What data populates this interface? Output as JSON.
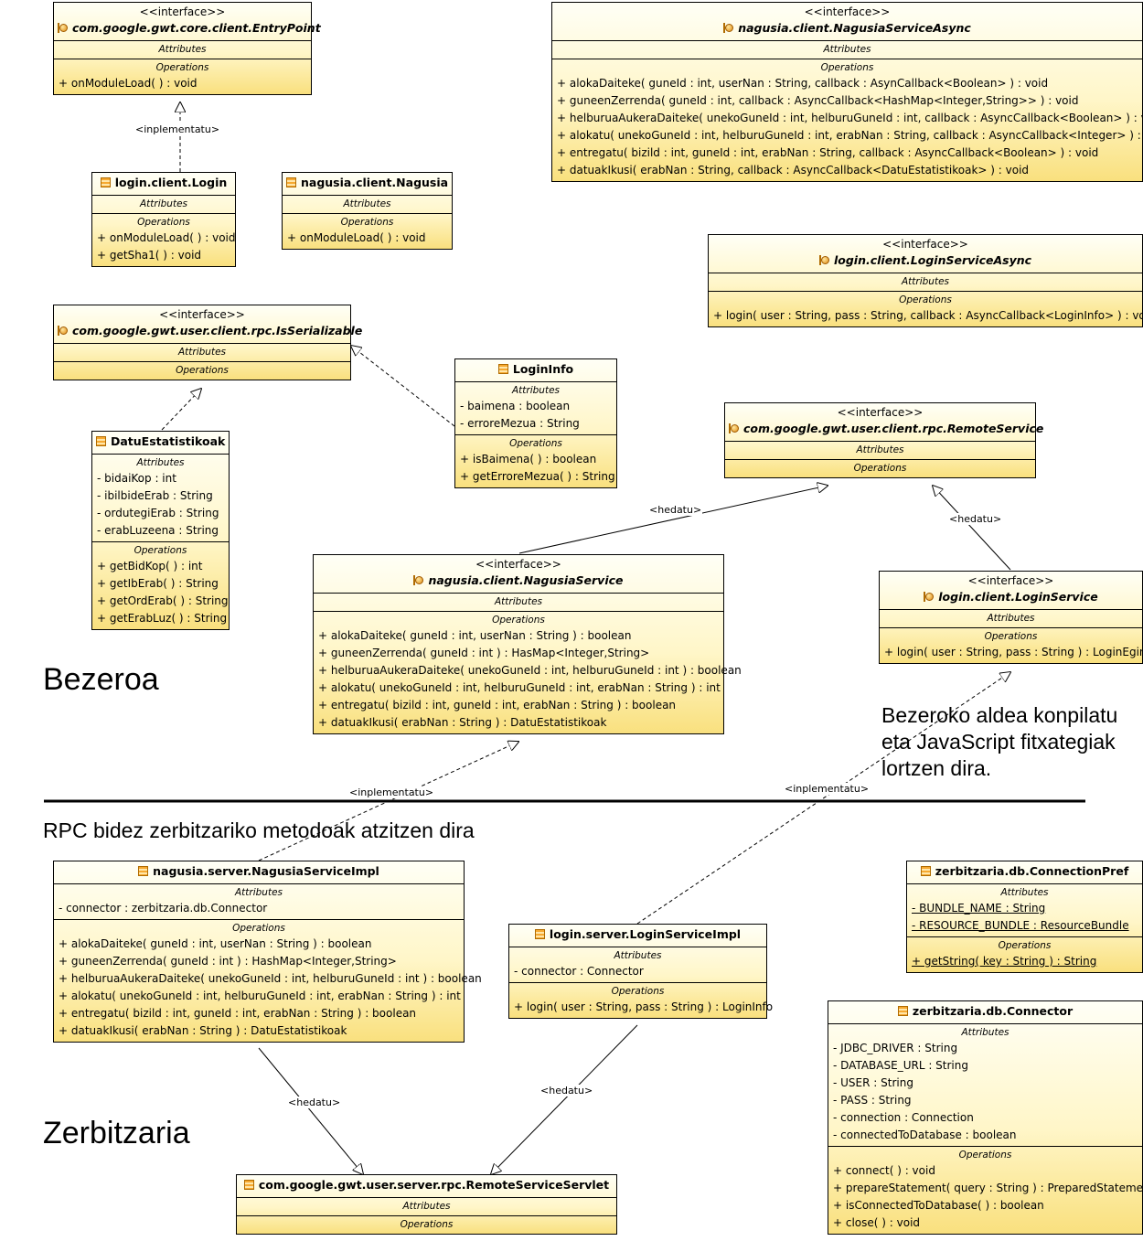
{
  "section_labels": {
    "bezeroa": "Bezeroa",
    "zerbitzaria": "Zerbitzaria",
    "rpc_note": "RPC bidez zerbitzariko metodoak atzitzen dira",
    "compile_note": [
      "Bezeroko aldea konpilatu",
      "eta JavaScript fitxategiak",
      "lortzen dira."
    ]
  },
  "section_titles": {
    "attributes": "Attributes",
    "operations": "Operations"
  },
  "stereotype": "<<interface>>",
  "relation_labels": {
    "implementatu": "<inplementatu>",
    "hedatu": "<hedatu>"
  },
  "classes": {
    "entrypoint": {
      "name": "com.google.gwt.core.client.EntryPoint",
      "attributes": [],
      "operations": [
        "+ onModuleLoad(  ) : void"
      ]
    },
    "login": {
      "name": "login.client.Login",
      "attributes": [],
      "operations": [
        "+ onModuleLoad(  ) : void",
        "+ getSha1(  ) : void"
      ]
    },
    "nagusia": {
      "name": "nagusia.client.Nagusia",
      "attributes": [],
      "operations": [
        "+ onModuleLoad(  ) : void"
      ]
    },
    "nagusiaasync": {
      "name": "nagusia.client.NagusiaServiceAsync",
      "attributes": [],
      "operations": [
        "+ alokaDaiteke( guneId : int, userNan : String, callback : AsynCallback<Boolean> ) : void",
        "+ guneenZerrenda( guneId : int, callback : AsyncCallback<HashMap<Integer,String>> ) : void",
        "+ helburuaAukeraDaiteke( unekoGuneId : int, helburuGuneId : int, callback : AsyncCallback<Boolean> ) : void",
        "+ alokatu( unekoGuneId : int, helburuGuneId : int, erabNan : String, callback : AsyncCallback<Integer> ) : void",
        "+ entregatu( bizild : int, guneId : int, erabNan : String, callback : AsyncCallback<Boolean> ) : void",
        "+ datuakIkusi( erabNan : String, callback : AsyncCallback<DatuEstatistikoak> ) : void"
      ]
    },
    "loginasync": {
      "name": "login.client.LoginServiceAsync",
      "attributes": [],
      "operations": [
        "+ login( user : String, pass : String, callback : AsyncCallback<LoginInfo> ) : void"
      ]
    },
    "isserializable": {
      "name": "com.google.gwt.user.client.rpc.IsSerializable",
      "attributes": [],
      "operations": []
    },
    "logininfo": {
      "name": "LoginInfo",
      "attributes": [
        "- baimena : boolean",
        "- erroreMezua : String"
      ],
      "operations": [
        "+ isBaimena(  ) : boolean",
        "+ getErroreMezua(  ) : String"
      ]
    },
    "datu": {
      "name": "DatuEstatistikoak",
      "attributes": [
        "- bidaiKop : int",
        "- ibilbideErab : String",
        "- ordutegiErab : String",
        "- erabLuzeena : String"
      ],
      "operations": [
        "+ getBidKop(  ) : int",
        "+ getIbErab(  ) : String",
        "+ getOrdErab(  ) : String",
        "+ getErabLuz(  ) : String"
      ]
    },
    "remoteservice": {
      "name": "com.google.gwt.user.client.rpc.RemoteService",
      "attributes": [],
      "operations": []
    },
    "nagusiaservice": {
      "name": "nagusia.client.NagusiaService",
      "attributes": [],
      "operations": [
        "+ alokaDaiteke( guneId : int, userNan : String ) : boolean",
        "+ guneenZerrenda( guneId : int ) : HasMap<Integer,String>",
        "+ helburuaAukeraDaiteke( unekoGuneId : int, helburuGuneId : int ) : boolean",
        "+ alokatu( unekoGuneId : int, helburuGuneId : int, erabNan : String ) : int",
        "+ entregatu( bizild : int, guneId : int, erabNan : String ) : boolean",
        "+ datuakIkusi( erabNan : String ) : DatuEstatistikoak"
      ]
    },
    "loginservice": {
      "name": "login.client.LoginService",
      "attributes": [],
      "operations": [
        "+ login( user : String, pass : String ) : LoginEgin"
      ]
    },
    "nagusiaimpl": {
      "name": "nagusia.server.NagusiaServiceImpl",
      "attributes": [
        "- connector : zerbitzaria.db.Connector"
      ],
      "operations": [
        "+ alokaDaiteke( guneId : int, userNan : String ) : boolean",
        "+ guneenZerrenda( guneId : int ) : HashMap<Integer,String>",
        "+ helburuaAukeraDaiteke( unekoGuneId : int, helburuGuneId : int ) : boolean",
        "+ alokatu( unekoGuneId : int, helburuGuneId : int, erabNan : String ) : int",
        "+ entregatu( bizild : int, guneId : int, erabNan : String ) : boolean",
        "+ datuakIkusi( erabNan : String ) : DatuEstatistikoak"
      ]
    },
    "loginimpl": {
      "name": "login.server.LoginServiceImpl",
      "attributes": [
        "- connector : Connector"
      ],
      "operations": [
        "+ login( user : String, pass : String ) : LoginInfo"
      ]
    },
    "connpref": {
      "name": "zerbitzaria.db.ConnectionPref",
      "attributes": [
        "- BUNDLE_NAME : String",
        "- RESOURCE_BUNDLE : ResourceBundle"
      ],
      "operations": [
        "+ getString( key : String ) : String"
      ]
    },
    "connector": {
      "name": "zerbitzaria.db.Connector",
      "attributes": [
        "- JDBC_DRIVER : String",
        "- DATABASE_URL : String",
        "- USER : String",
        "- PASS : String",
        "- connection : Connection",
        "- connectedToDatabase : boolean"
      ],
      "operations": [
        "+ connect(  ) : void",
        "+ prepareStatement( query : String ) : PreparedStatement",
        "+ isConnectedToDatabase(  ) : boolean",
        "+ close(  ) : void"
      ]
    },
    "servlet": {
      "name": "com.google.gwt.user.server.rpc.RemoteServiceServlet",
      "attributes": [],
      "operations": []
    }
  }
}
